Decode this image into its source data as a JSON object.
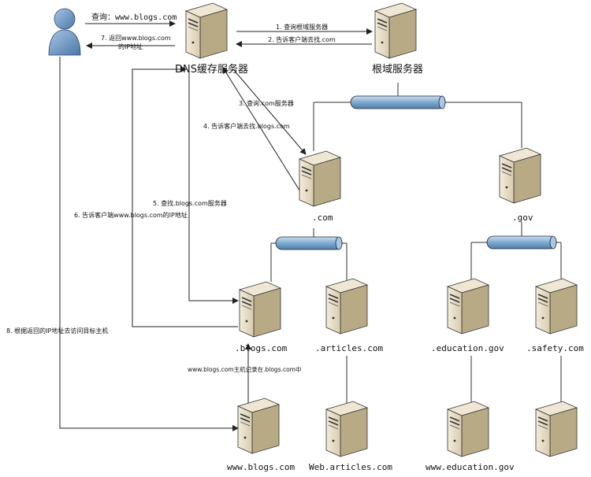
{
  "nodes": {
    "user": {
      "icon": "user-icon"
    },
    "dns_cache": {
      "label": "DNS缓存服务器"
    },
    "root": {
      "label": "根域服务器"
    },
    "com": {
      "label": ".com"
    },
    "gov": {
      "label": ".gov"
    },
    "blogs": {
      "label": ".blogs.com"
    },
    "articles": {
      "label": ".articles.com"
    },
    "education": {
      "label": ".education.gov"
    },
    "safety": {
      "label": ".safety.com"
    },
    "www_blogs": {
      "label": "www.blogs.com"
    },
    "web_articles": {
      "label": "Web.articles.com"
    },
    "www_education": {
      "label": "www.education.gov"
    }
  },
  "steps": {
    "query": "查询：www.blogs.com",
    "s1": "1. 查询根域服务器",
    "s2": "2. 告诉客户端去找.com",
    "s3": "3. 查询.com服务器",
    "s4": "4. 告诉客户端去找.blogs.com",
    "s5": "5. 查找.blogs.com服务器",
    "s6": "6. 告诉客户端www.blogs.com的IP地址",
    "s7_line1": "7. 返回www.blogs.com",
    "s7_line2": "的IP地址",
    "s8": "8. 根据返回的IP地址去访问目标主机",
    "record": "www.blogs.com主机记录在.blogs.com中"
  },
  "colors": {
    "server_body": "#e6dcc6",
    "server_side": "#b5a784",
    "bus": "#8fb4d6",
    "user": "#7aa0c8"
  }
}
